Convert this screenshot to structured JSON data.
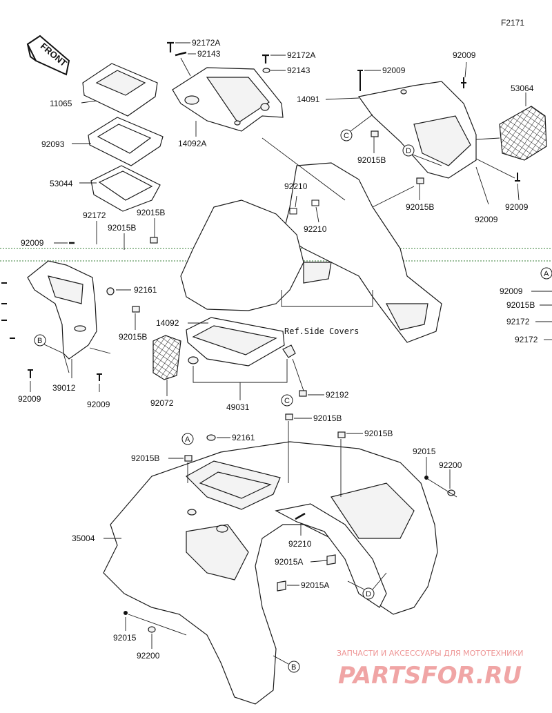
{
  "figure_code": "F2171",
  "front_label": "FRONT",
  "ref_side_covers": "Ref.Side Covers",
  "callouts": [
    "A",
    "B",
    "C",
    "D"
  ],
  "parts": {
    "p11065": "11065",
    "p92093": "92093",
    "p53044": "53044",
    "p92172A_a": "92172A",
    "p92143_a": "92143",
    "p92172A_b": "92172A",
    "p92143_b": "92143",
    "p14092A": "14092A",
    "p92009_top": "92009",
    "p92009_top2": "92009",
    "p53064": "53064",
    "p14091": "14091",
    "p92015B_r1": "92015B",
    "p92015B_r2": "92015B",
    "p92009_r1": "92009",
    "p92009_r2": "92009",
    "p92210_a": "92210",
    "p92210_b": "92210",
    "p92172": "92172",
    "p92015B_l1": "92015B",
    "p92015B_l2": "92015B",
    "p92009_l": "92009",
    "p92161_a": "92161",
    "p92015B_l3": "92015B",
    "p14092": "14092",
    "p92009_ra": "92009",
    "p92015B_ra": "92015B",
    "p92172_ra": "92172",
    "p92172_rb": "92172",
    "p39012": "39012",
    "p92009_b1": "92009",
    "p92009_b2": "92009",
    "p92072": "92072",
    "p49031": "49031",
    "p92192": "92192",
    "p92015B_c": "92015B",
    "p92161_b": "92161",
    "p92015B_d": "92015B",
    "p92015B_a": "92015B",
    "p92015": "92015",
    "p92200": "92200",
    "p35004": "35004",
    "p92210_c": "92210",
    "p92015A_a": "92015A",
    "p92015A_b": "92015A",
    "p92015_b": "92015",
    "p92200_b": "92200"
  },
  "watermark": {
    "line1": "ЗАПЧАСТИ И АКСЕССУАРЫ ДЛЯ МОТОТЕХНИКИ",
    "line2": "PARTSFOR.RU"
  }
}
